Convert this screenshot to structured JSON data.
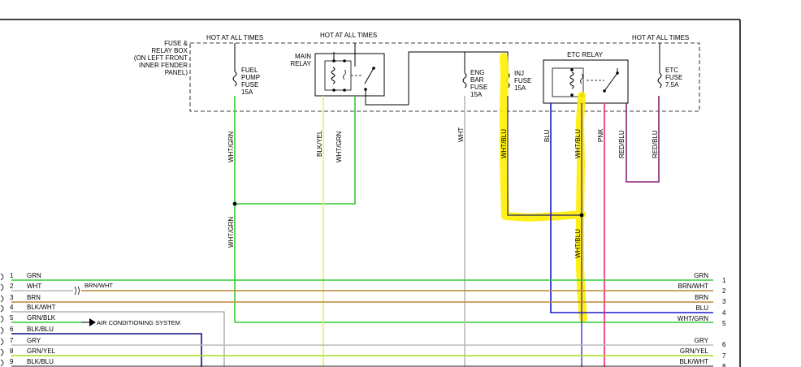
{
  "header": {
    "hot_fuel": "HOT AT ALL TIMES",
    "hot_main": "HOT AT ALL TIMES",
    "hot_etc": "HOT AT ALL TIMES"
  },
  "fuse_box": {
    "label_lines": [
      "FUSE &",
      "RELAY BOX",
      "(ON LEFT FRONT",
      "INNER FENDER",
      "PANEL)"
    ]
  },
  "components": {
    "fuel_pump_fuse": [
      "FUEL",
      "PUMP",
      "FUSE",
      "15A"
    ],
    "main_relay": [
      "MAIN",
      "RELAY"
    ],
    "eng_bar_fuse": [
      "ENG",
      "BAR",
      "FUSE",
      "15A"
    ],
    "inj_fuse": [
      "INJ",
      "FUSE",
      "15A"
    ],
    "etc_relay": "ETC RELAY",
    "etc_fuse": [
      "ETC",
      "FUSE",
      "7.5A"
    ]
  },
  "wire_labels": {
    "wht_grn_1": "WHT/GRN",
    "blk_yel": "BLK/YEL",
    "wht_grn_2": "WHT/GRN",
    "wht": "WHT",
    "wht_blu_1": "WHT/BLU",
    "blu": "BLU",
    "wht_blu_2": "WHT/BLU",
    "pnk": "PNK",
    "red_blu_1": "RED/BLU",
    "red_blu_2": "RED/BLU",
    "wht_grn_3": "WHT/GRN",
    "wht_blu_3": "WHT/BLU"
  },
  "connector_left": [
    {
      "pin": "1",
      "color": "GRN"
    },
    {
      "pin": "2",
      "color": "WHT"
    },
    {
      "pin": "3",
      "color": "BRN"
    },
    {
      "pin": "4",
      "color": "BLK/WHT"
    },
    {
      "pin": "5",
      "color": "GRN/BLK"
    },
    {
      "pin": "6",
      "color": "BLK/BLU"
    },
    {
      "pin": "7",
      "color": "GRY"
    },
    {
      "pin": "8",
      "color": "GRN/YEL"
    },
    {
      "pin": "9",
      "color": "BLK/BLU"
    }
  ],
  "connector_right": [
    {
      "pin": "1",
      "color": "GRN"
    },
    {
      "pin": "2",
      "color": "BRN/WHT"
    },
    {
      "pin": "3",
      "color": "BRN"
    },
    {
      "pin": "4",
      "color": "BLU"
    },
    {
      "pin": "5",
      "color": "WHT/GRN"
    },
    {
      "pin": "6",
      "color": "GRY"
    },
    {
      "pin": "7",
      "color": "GRN/YEL"
    },
    {
      "pin": "8",
      "color": "BLK/WHT"
    }
  ],
  "splice_label": "BRN/WHT",
  "ac_label": "AIR CONDITIONING SYSTEM",
  "colors": {
    "green": "#33cc33",
    "yellow_green": "#aadd22",
    "brown": "#bb8833",
    "blue": "#1a1acc",
    "pink": "#ee2277",
    "purple": "#882277",
    "gray": "#bbbbbb",
    "yellow": "#eeee55",
    "highlight": "#ffee00",
    "navy": "#111188"
  }
}
